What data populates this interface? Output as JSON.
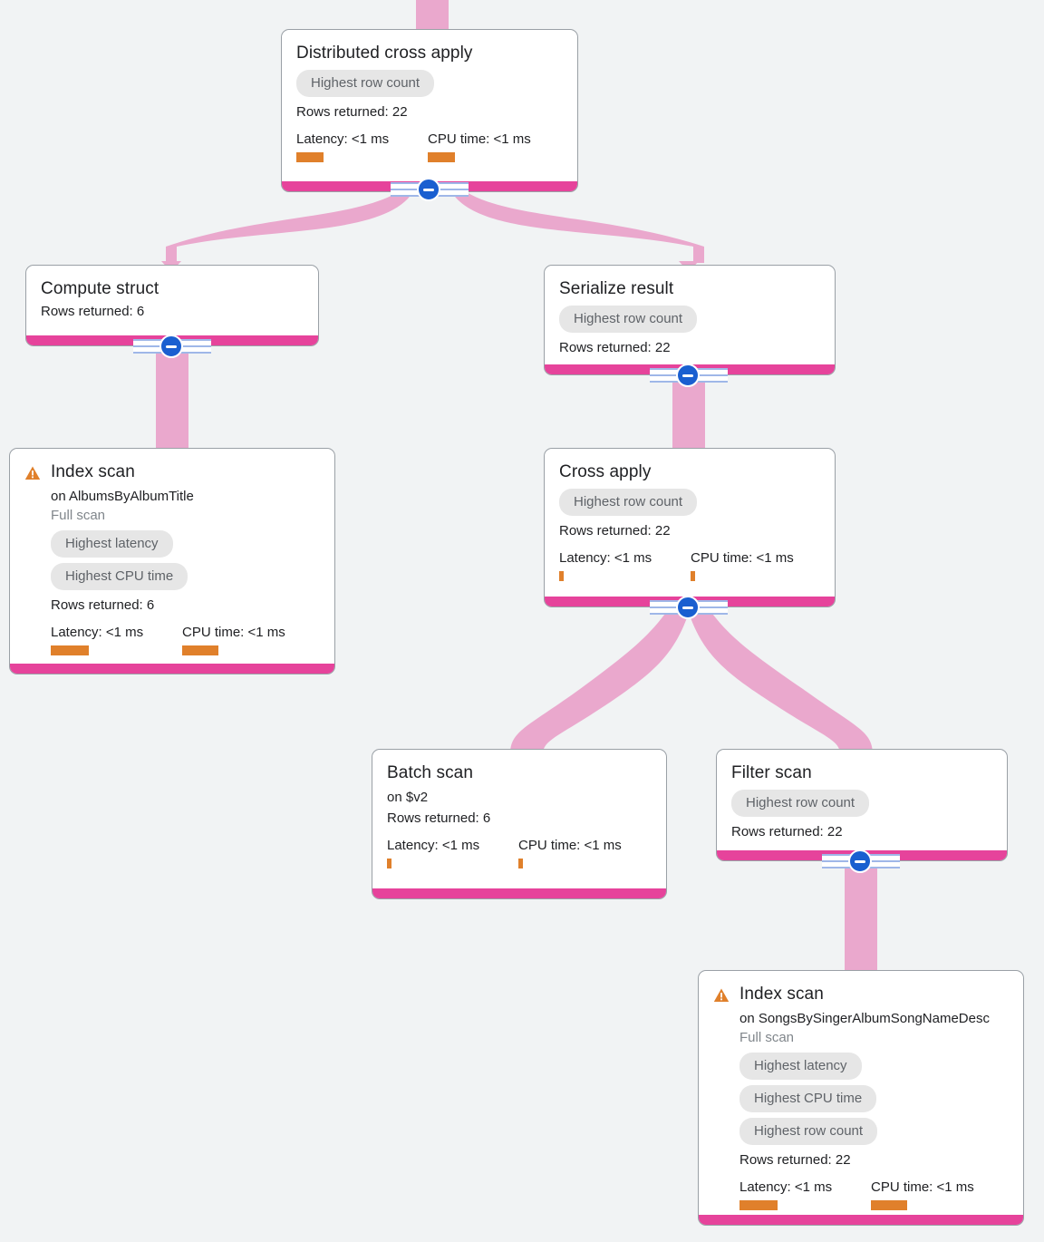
{
  "theme": {
    "background": "#f1f3f4",
    "node_background": "#ffffff",
    "node_border": "#9aa0a6",
    "accent_bar": "#e6439b",
    "edge": "#eaa8cd",
    "badge_bg": "#e6e6e6",
    "badge_text": "#5f6368",
    "metric_bar": "#e0802b",
    "warning": "#e0802b",
    "toggle_knob": "#1a5fd0",
    "toggle_rail": "#9fb7e8"
  },
  "labels": {
    "rows_returned_prefix": "Rows returned:",
    "latency_prefix": "Latency:",
    "cpu_prefix": "CPU time:",
    "warning_icon": "warning-triangle-icon",
    "collapse_icon": "collapse-minus-icon"
  },
  "nodes": [
    {
      "id": "distributed-cross-apply",
      "title": "Distributed cross apply",
      "subtitle": null,
      "scan_note": null,
      "warning": false,
      "badges": [
        "Highest row count"
      ],
      "rows_returned": "Rows returned: 22",
      "latency": "Latency: <1 ms",
      "cpu_time": "CPU time: <1 ms",
      "latency_bar_width": 30,
      "cpu_bar_width": 30,
      "has_metrics": true,
      "collapsible": true
    },
    {
      "id": "compute-struct",
      "title": "Compute struct",
      "subtitle": null,
      "scan_note": null,
      "warning": false,
      "badges": [],
      "rows_returned": "Rows returned: 6",
      "latency": null,
      "cpu_time": null,
      "latency_bar_width": 0,
      "cpu_bar_width": 0,
      "has_metrics": false,
      "collapsible": true
    },
    {
      "id": "serialize-result",
      "title": "Serialize result",
      "subtitle": null,
      "scan_note": null,
      "warning": false,
      "badges": [
        "Highest row count"
      ],
      "rows_returned": "Rows returned: 22",
      "latency": null,
      "cpu_time": null,
      "latency_bar_width": 0,
      "cpu_bar_width": 0,
      "has_metrics": false,
      "collapsible": true
    },
    {
      "id": "index-scan-albums",
      "title": "Index scan",
      "subtitle": "on AlbumsByAlbumTitle",
      "scan_note": "Full scan",
      "warning": true,
      "badges": [
        "Highest latency",
        "Highest CPU time"
      ],
      "rows_returned": "Rows returned: 6",
      "latency": "Latency: <1 ms",
      "cpu_time": "CPU time: <1 ms",
      "latency_bar_width": 42,
      "cpu_bar_width": 40,
      "has_metrics": true,
      "collapsible": false
    },
    {
      "id": "cross-apply",
      "title": "Cross apply",
      "subtitle": null,
      "scan_note": null,
      "warning": false,
      "badges": [
        "Highest row count"
      ],
      "rows_returned": "Rows returned: 22",
      "latency": "Latency: <1 ms",
      "cpu_time": "CPU time: <1 ms",
      "latency_bar_width": 5,
      "cpu_bar_width": 5,
      "has_metrics": true,
      "collapsible": true
    },
    {
      "id": "batch-scan",
      "title": "Batch scan",
      "subtitle": "on $v2",
      "scan_note": null,
      "warning": false,
      "badges": [],
      "rows_returned": "Rows returned: 6",
      "latency": "Latency: <1 ms",
      "cpu_time": "CPU time: <1 ms",
      "latency_bar_width": 5,
      "cpu_bar_width": 5,
      "has_metrics": true,
      "collapsible": false
    },
    {
      "id": "filter-scan",
      "title": "Filter scan",
      "subtitle": null,
      "scan_note": null,
      "warning": false,
      "badges": [
        "Highest row count"
      ],
      "rows_returned": "Rows returned: 22",
      "latency": null,
      "cpu_time": null,
      "latency_bar_width": 0,
      "cpu_bar_width": 0,
      "has_metrics": false,
      "collapsible": true
    },
    {
      "id": "index-scan-songs",
      "title": "Index scan",
      "subtitle": "on SongsBySingerAlbumSongNameDesc",
      "scan_note": "Full scan",
      "warning": true,
      "badges": [
        "Highest latency",
        "Highest CPU time",
        "Highest row count"
      ],
      "rows_returned": "Rows returned: 22",
      "latency": "Latency: <1 ms",
      "cpu_time": "CPU time: <1 ms",
      "latency_bar_width": 42,
      "cpu_bar_width": 40,
      "has_metrics": true,
      "collapsible": true
    }
  ]
}
